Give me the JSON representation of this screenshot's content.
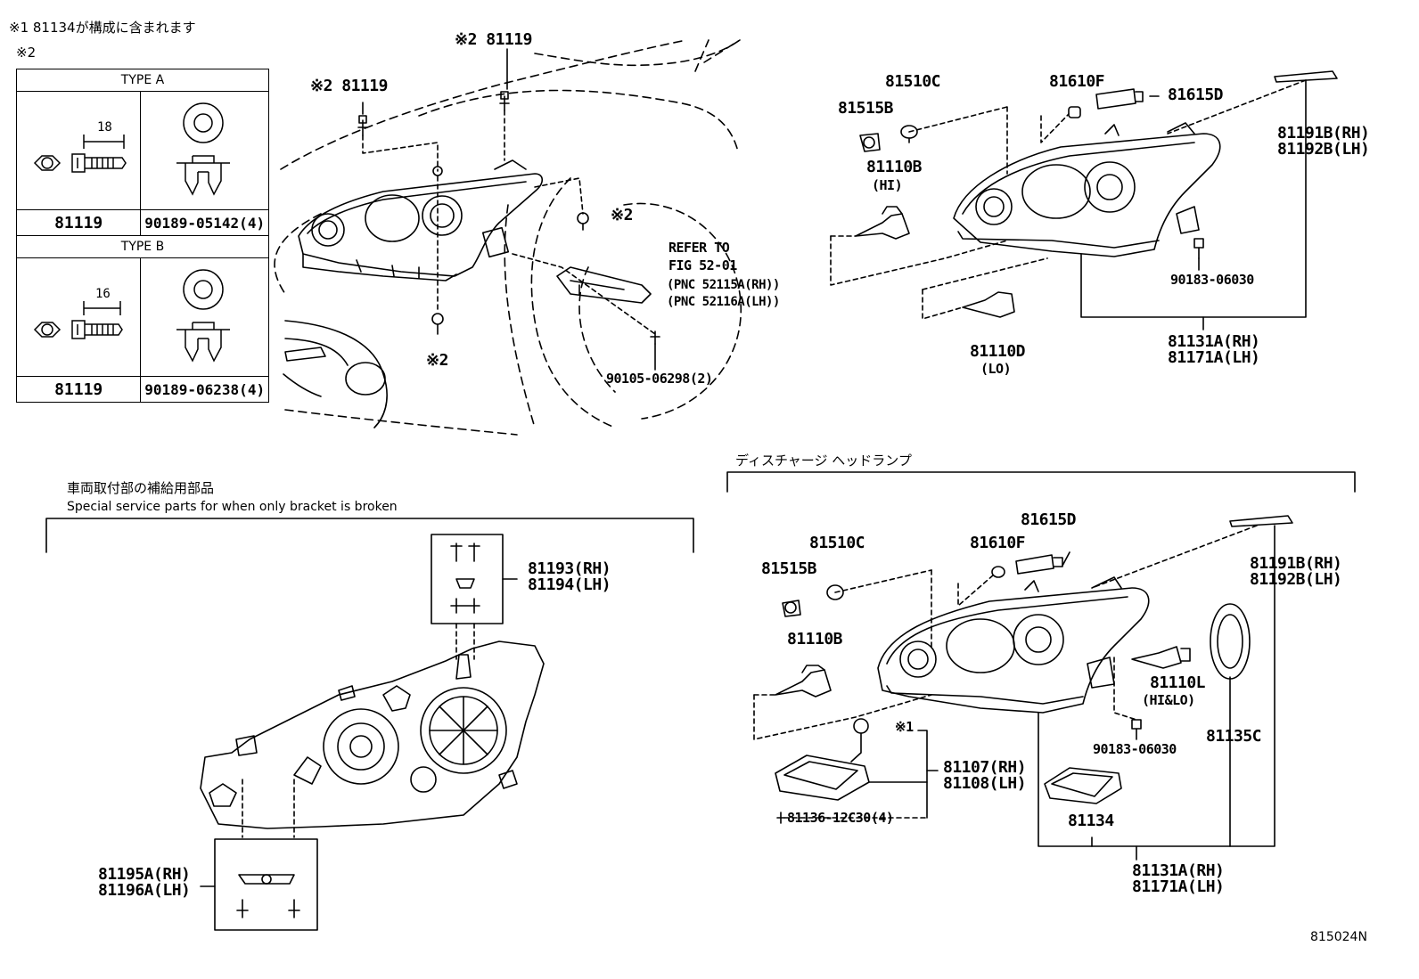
{
  "notes": {
    "note1": "※1 81134が構成に含まれます",
    "note2": "※2"
  },
  "type_table": {
    "type_a": {
      "title": "TYPE A",
      "dim": "18",
      "bolt_part": "81119",
      "clip_part": "90189-05142(4)"
    },
    "type_b": {
      "title": "TYPE B",
      "dim": "16",
      "bolt_part": "81119",
      "clip_part": "90189-06238(4)"
    }
  },
  "top_left": {
    "bolt_left": "※2 81119",
    "bolt_top": "※2 81119",
    "clip_right": "※2",
    "clip_bottom": "※2",
    "refer_line1": "REFER TO",
    "refer_line2": "FIG 52-01",
    "refer_line3": "(PNC 52115A(RH))",
    "refer_line4": "(PNC 52116A(LH))",
    "screw": "90105-06298(2)"
  },
  "top_right": {
    "p81510c": "81510C",
    "p81515b": "81515B",
    "p81110b": "81110B",
    "p81110b_sub": "(HI)",
    "p81610f": "81610F",
    "p81615d": "81615D",
    "p81191b": "81191B(RH)",
    "p81192b": "81192B(LH)",
    "p90183": "90183-06030",
    "p81110d": "81110D",
    "p81110d_sub": "(LO)",
    "p81131a": "81131A(RH)",
    "p81171a": "81171A(LH)"
  },
  "bottom_left": {
    "title_jp": "車両取付部の補給用部品",
    "title_en": "Special service parts for when only bracket is broken",
    "p81193": "81193(RH)",
    "p81194": "81194(LH)",
    "p81195a": "81195A(RH)",
    "p81196a": "81196A(LH)"
  },
  "bottom_right": {
    "title_jp": "ディスチャージ  ヘッドランプ",
    "p81615d": "81615D",
    "p81510c": "81510C",
    "p81610f": "81610F",
    "p81515b": "81515B",
    "p81191b": "81191B(RH)",
    "p81192b": "81192B(LH)",
    "p81110b": "81110B",
    "p81110l": "81110L",
    "p81110l_sub": "(HI&LO)",
    "p90183": "90183-06030",
    "p81135c": "81135C",
    "note1": "※1",
    "p81107": "81107(RH)",
    "p81108": "81108(LH)",
    "p81136": "81136-12C30(4)",
    "p81134": "81134",
    "p81131a": "81131A(RH)",
    "p81171a": "81171A(LH)"
  },
  "figure_id": "815024N"
}
